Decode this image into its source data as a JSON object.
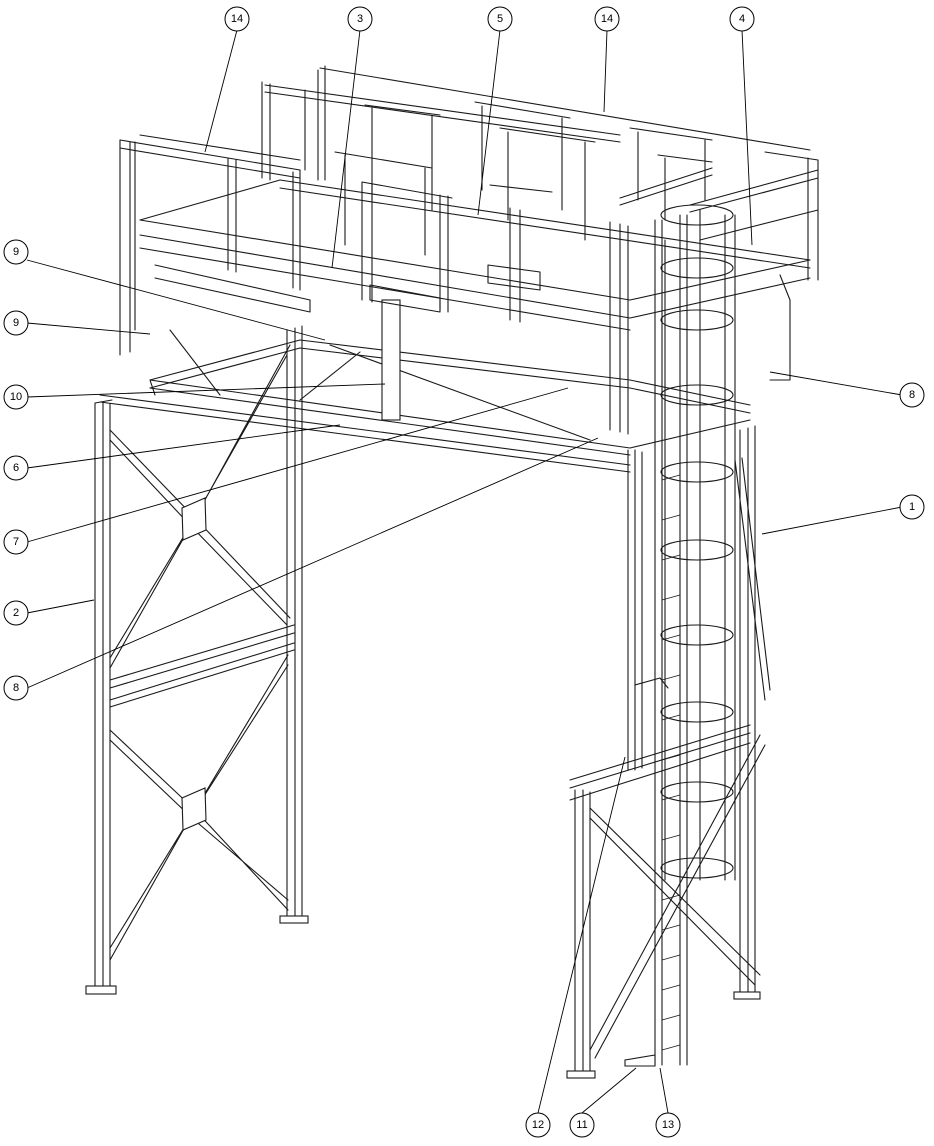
{
  "balloons": [
    "14",
    "3",
    "5",
    "14",
    "4",
    "9",
    "9",
    "10",
    "6",
    "7",
    "2",
    "8",
    "1",
    "8",
    "12",
    "11",
    "13"
  ]
}
